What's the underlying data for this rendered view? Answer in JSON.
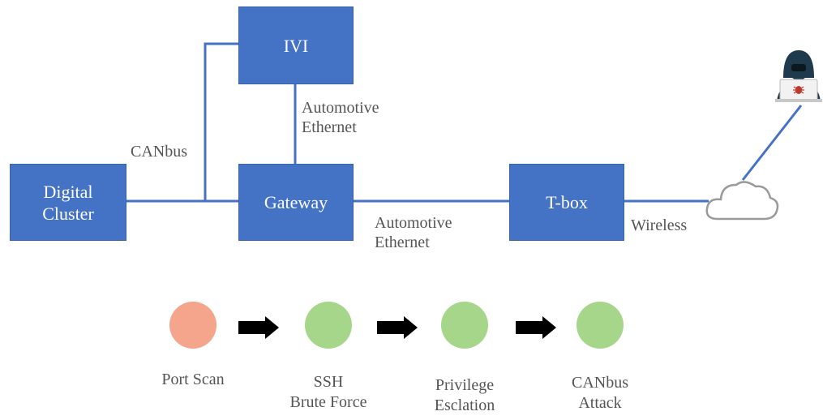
{
  "colors": {
    "node_fill": "#4472c4",
    "link": "#4472c4",
    "step_start": "#f4a58c",
    "step_done": "#a6d68a",
    "arrow": "#000000"
  },
  "nodes": {
    "ivi": "IVI",
    "digital_cluster": "Digital\nCluster",
    "gateway": "Gateway",
    "tbox": "T-box"
  },
  "link_labels": {
    "canbus": "CANbus",
    "ivi_gateway": "Automotive\nEthernet",
    "gateway_tbox": "Automotive\nEthernet",
    "wireless": "Wireless"
  },
  "icons": {
    "attacker": "hacker-icon",
    "cloud": "cloud-icon"
  },
  "attack_steps": [
    {
      "label": "Port Scan",
      "status": "start"
    },
    {
      "label": "SSH\nBrute Force",
      "status": "done"
    },
    {
      "label": "Privilege\nEsclation",
      "status": "done"
    },
    {
      "label": "CANbus\nAttack",
      "status": "done"
    }
  ]
}
